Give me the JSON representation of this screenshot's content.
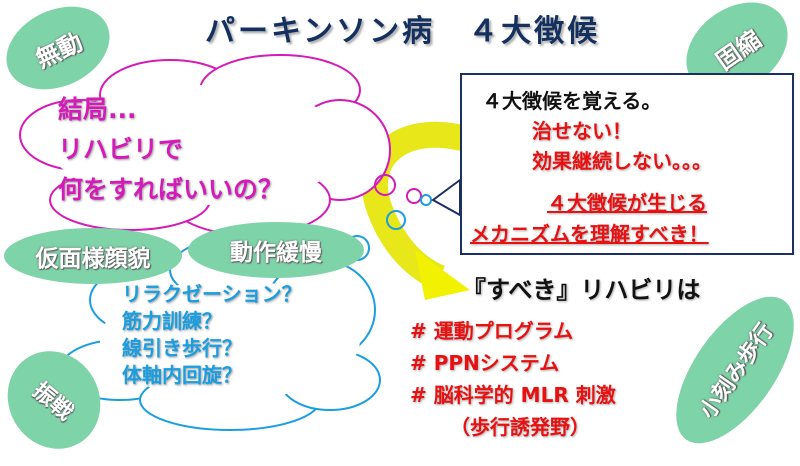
{
  "title": "パーキンソン病　４大徴候",
  "symptoms": {
    "akinesia": "無動",
    "rigidity": "固縮",
    "masked_face": "仮面様顔貌",
    "bradykinesia": "動作緩慢",
    "tremor": "振戦",
    "short_steps": "小刻み歩行"
  },
  "question_cloud": {
    "lines": [
      "結局...",
      "リハビリで",
      "何をすればいいの？"
    ]
  },
  "options_cloud": {
    "lines": [
      "リラクゼーション？",
      "筋力訓練？",
      "線引き歩行？",
      "体軸内回旋？"
    ]
  },
  "callout": {
    "line1": "４大徴候を覚える。",
    "line2": "治せない！",
    "line3": "効果継続しない。。。",
    "line4": "４大徴候が生じる",
    "line5": "メカニズムを理解すべき！"
  },
  "should_rehab": {
    "heading": "『すべき』リハビリは",
    "items": [
      "#  運動プログラム",
      "#  PPNシステム",
      "#  脳科学的 MLR 刺激"
    ],
    "note": "（歩行誘発野）"
  },
  "colors": {
    "oval": "#7fd3a8",
    "title": "#14305e",
    "pink": "#d41ab8",
    "blue": "#1a9ee0",
    "red": "#e81010",
    "arrow": "#f2f200"
  }
}
